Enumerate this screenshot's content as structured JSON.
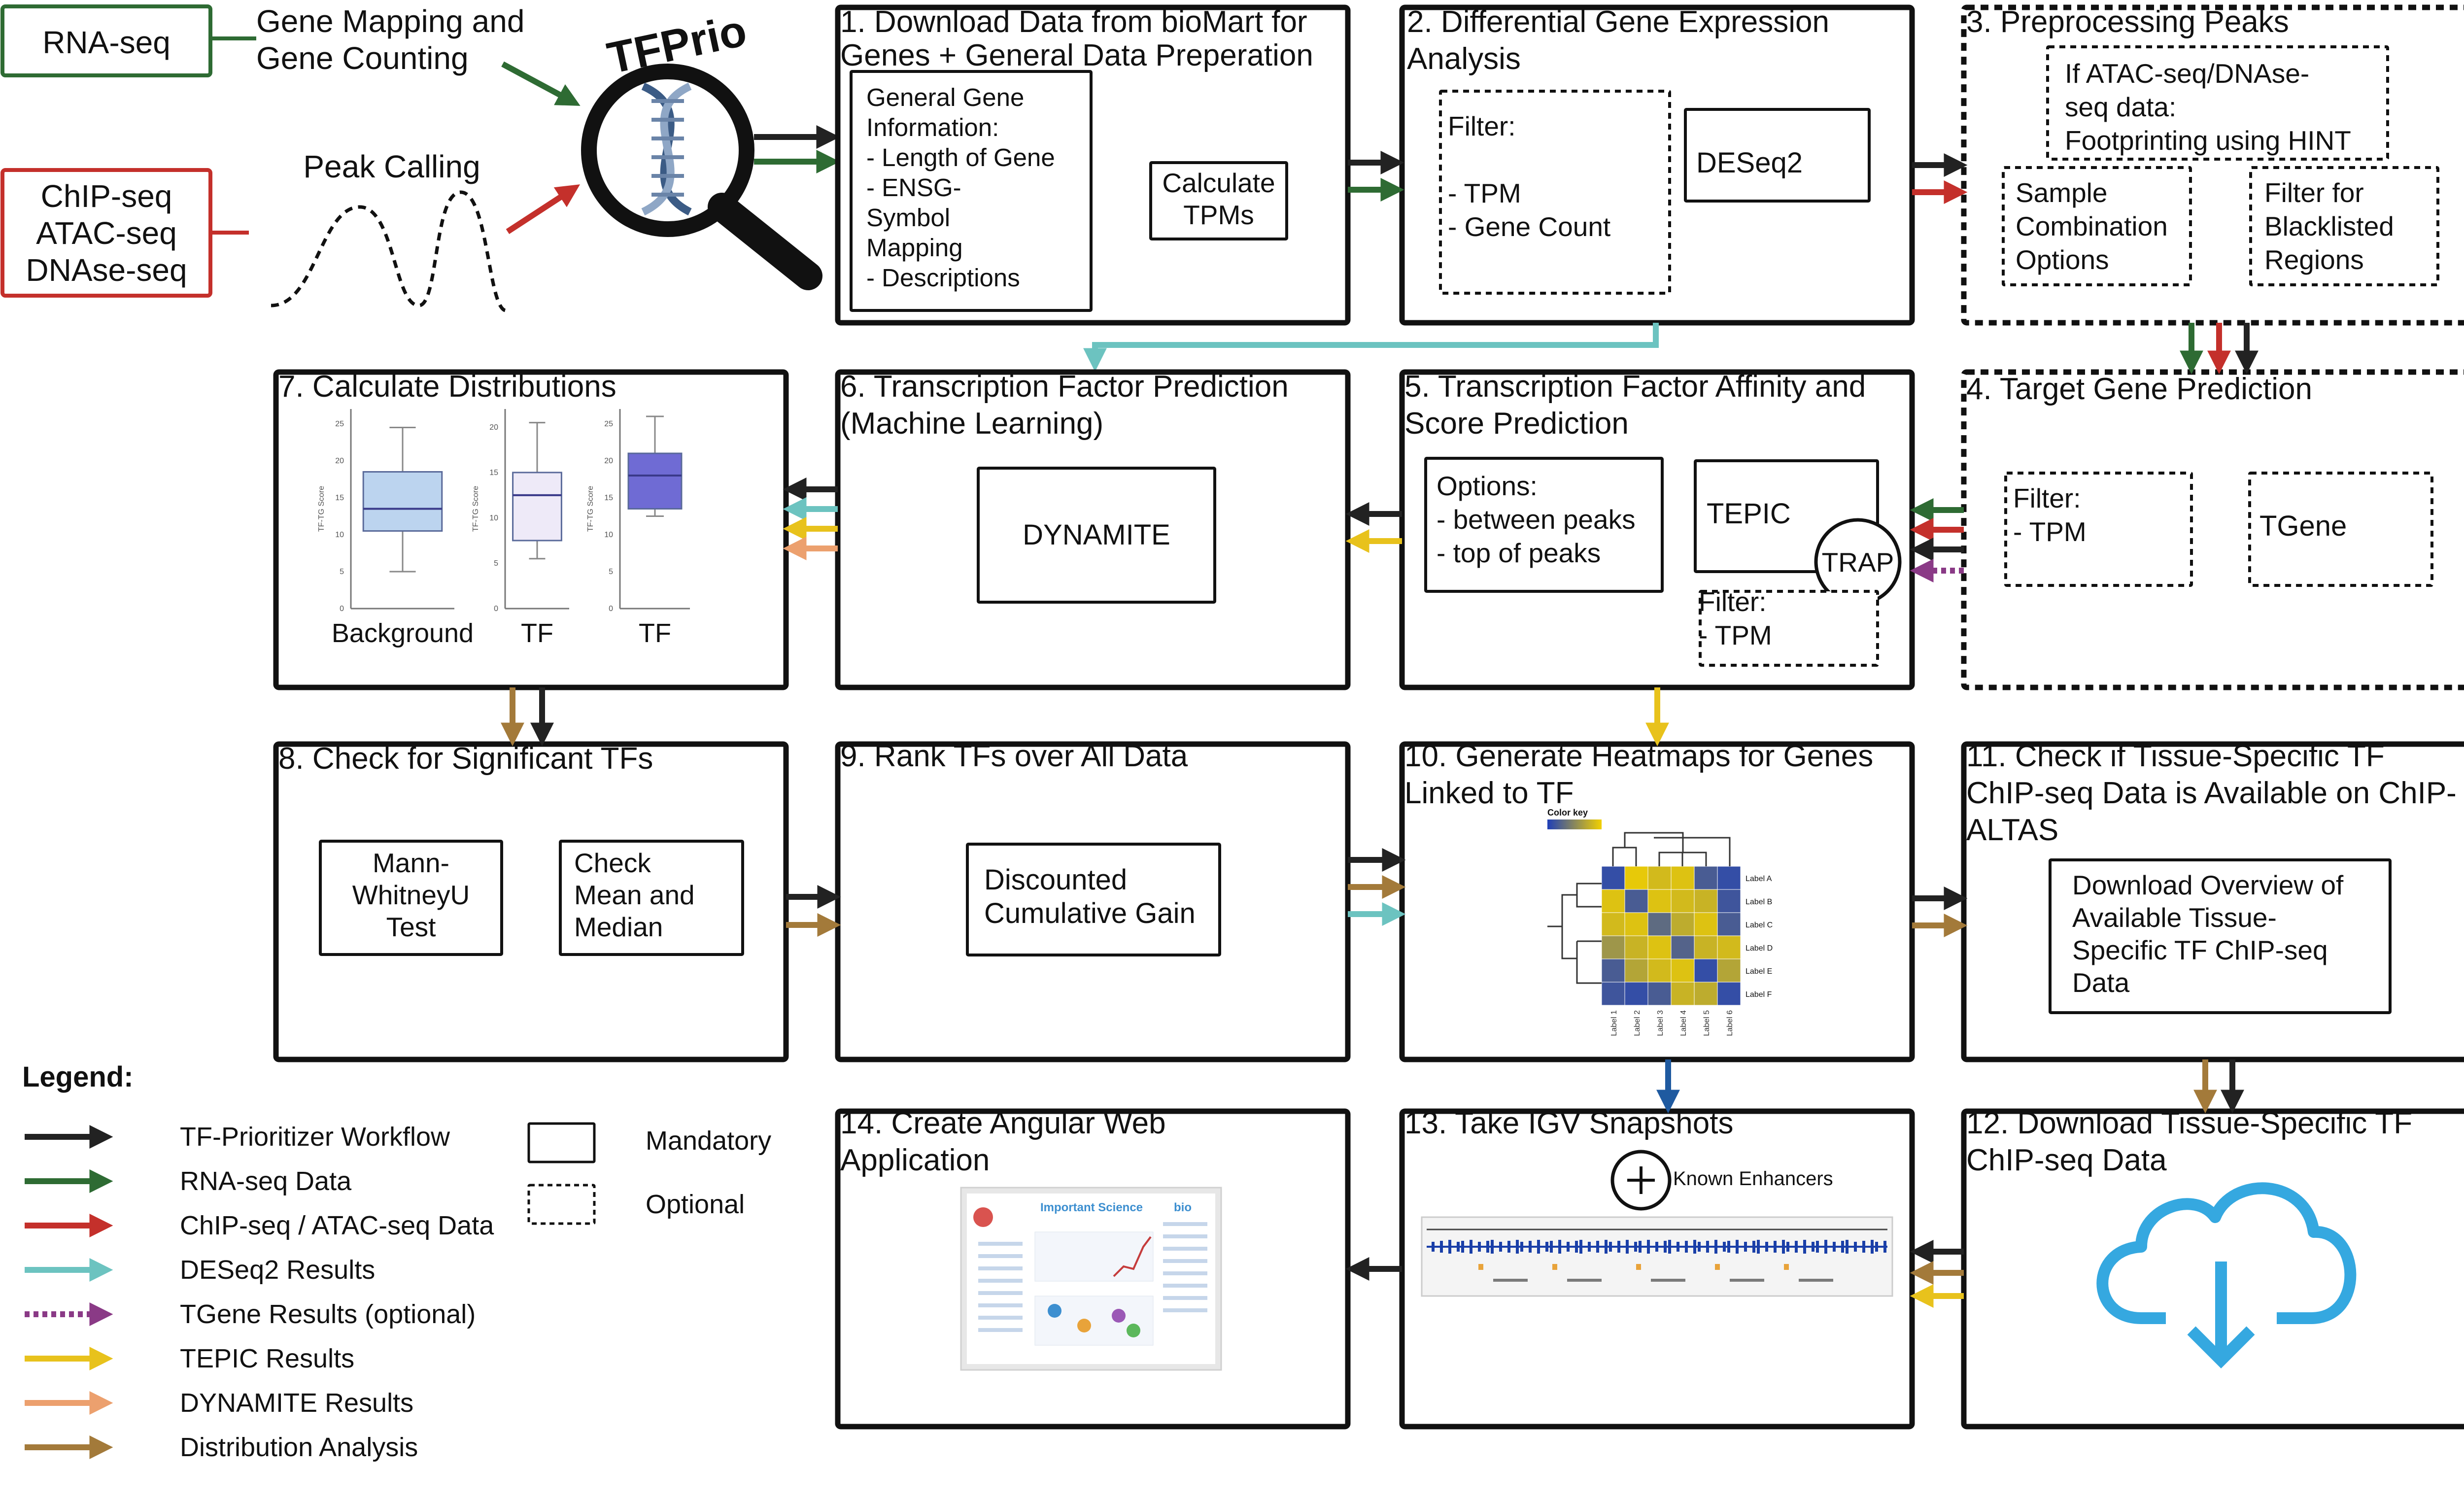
{
  "inputs": {
    "rnaseq": "RNA-seq",
    "gene_mapping": [
      "Gene Mapping and",
      "Gene Counting"
    ],
    "chip": [
      "ChIP-seq",
      "ATAC-seq",
      "DNAse-seq"
    ],
    "peak_calling": "Peak Calling",
    "logo": "TFPrio"
  },
  "steps": {
    "s1": {
      "title": [
        "1. Download Data from bioMart for",
        "Genes + General Data Preperation"
      ],
      "info": [
        "General Gene",
        "Information:",
        "- Length of Gene",
        "- ENSG-",
        "Symbol",
        "Mapping",
        "- Descriptions"
      ],
      "tpm": [
        "Calculate",
        "TPMs"
      ]
    },
    "s2": {
      "title": [
        "2. Differential Gene Expression",
        "Analysis"
      ],
      "filter": [
        "Filter:",
        "",
        "- TPM",
        "- Gene Count"
      ],
      "deseq": "DESeq2"
    },
    "s3": {
      "title": [
        "3. Preprocessing Peaks"
      ],
      "hint": [
        "If ATAC-seq/DNAse-",
        "seq data:",
        "Footprinting using HINT"
      ],
      "sample": [
        "Sample",
        "Combination",
        "Options"
      ],
      "blacklist": [
        "Filter for",
        "Blacklisted",
        "Regions"
      ]
    },
    "s4": {
      "title": [
        "4. Target Gene Prediction"
      ],
      "filter": [
        "Filter:",
        "- TPM"
      ],
      "tgene": "TGene"
    },
    "s5": {
      "title": [
        "5. Transcription Factor Affinity and",
        "Score Prediction"
      ],
      "options": [
        "Options:",
        "- between peaks",
        "- top of peaks"
      ],
      "tepic": "TEPIC",
      "trap": "TRAP",
      "filter": [
        "Filter:",
        "- TPM"
      ]
    },
    "s6": {
      "title": [
        "6. Transcription Factor Prediction",
        "(Machine Learning)"
      ],
      "dynamite": "DYNAMITE"
    },
    "s7": {
      "title": [
        "7. Calculate Distributions"
      ],
      "ylabel": "TF-TG Score",
      "yticks": [
        "0",
        "5",
        "10",
        "15",
        "20",
        "25"
      ],
      "labels": [
        "Background",
        "TF",
        "TF"
      ]
    },
    "s8": {
      "title": [
        "8. Check for Significant TFs"
      ],
      "mw": [
        "Mann-",
        "WhitneyU",
        "Test"
      ],
      "mean": [
        "Check",
        "Mean and",
        "Median"
      ]
    },
    "s9": {
      "title": [
        "9. Rank TFs over All Data"
      ],
      "dcg": [
        "Discounted",
        "Cumulative Gain"
      ]
    },
    "s10": {
      "title": [
        "10. Generate Heatmaps for Genes",
        "Linked to TF"
      ],
      "colorkey": "Color key",
      "rows": [
        "Label A",
        "Label B",
        "Label C",
        "Label D",
        "Label E",
        "Label F"
      ],
      "cols": [
        "Label 1",
        "Label 2",
        "Label 3",
        "Label 4",
        "Label 5",
        "Label 6"
      ]
    },
    "s11": {
      "title": [
        "11. Check if Tissue-Specific TF",
        "ChIP-seq Data is Available on ChIP-",
        "ALTAS"
      ],
      "download": [
        "Download Overview of",
        "Available Tissue-",
        "Specific TF ChIP-seq",
        "Data"
      ]
    },
    "s12": {
      "title": [
        "12. Download Tissue-Specific TF",
        "ChIP-seq Data"
      ]
    },
    "s13": {
      "title": [
        "13. Take IGV Snapshots"
      ],
      "enh": "Known Enhancers"
    },
    "s14": {
      "title": [
        "14. Create Angular Web",
        "Application"
      ],
      "poster_title": "Important Science",
      "poster_logo": "bio"
    }
  },
  "legend": {
    "title": "Legend:",
    "items": [
      {
        "label": "TF-Prioritizer Workflow",
        "color": "#222222",
        "dotted": false
      },
      {
        "label": "RNA-seq Data",
        "color": "#2e6b33",
        "dotted": false
      },
      {
        "label": "ChIP-seq / ATAC-seq Data",
        "color": "#c4302b",
        "dotted": false
      },
      {
        "label": "DESeq2 Results",
        "color": "#6cc3c0",
        "dotted": false
      },
      {
        "label": "TGene Results (optional)",
        "color": "#8a3a86",
        "dotted": true
      },
      {
        "label": "TEPIC Results",
        "color": "#e8c21c",
        "dotted": false
      },
      {
        "label": "DYNAMITE Results",
        "color": "#eca06e",
        "dotted": false
      },
      {
        "label": "Distribution Analysis",
        "color": "#a37a3a",
        "dotted": false
      }
    ],
    "mandatory": "Mandatory",
    "optional": "Optional"
  },
  "colors": {
    "black": "#222222",
    "green": "#2e6b33",
    "red": "#c4302b",
    "teal": "#6cc3c0",
    "purple": "#8a3a86",
    "yellow": "#e8c21c",
    "orange": "#eca06e",
    "brown": "#a37a3a",
    "navy": "#1f5aa0",
    "cloud": "#35a8e0"
  }
}
